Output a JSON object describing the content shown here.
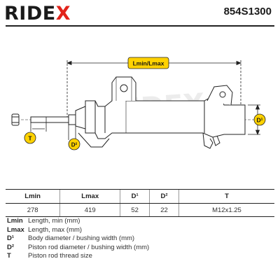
{
  "header": {
    "brand_prefix": "RIDE",
    "brand_suffix": "X",
    "part_number": "854S1300"
  },
  "diagram": {
    "length_label": "Lmin/Lmax",
    "labels": {
      "d1": "D¹",
      "d2": "D²",
      "t": "T"
    },
    "watermark": "RIDEX"
  },
  "specs": {
    "headers": [
      "Lmin",
      "Lmax",
      "D¹",
      "D²",
      "T"
    ],
    "values": [
      "278",
      "419",
      "52",
      "22",
      "M12x1.25"
    ]
  },
  "legend": [
    {
      "key": "Lmin",
      "desc": "Length, min (mm)"
    },
    {
      "key": "Lmax",
      "desc": "Length, max (mm)"
    },
    {
      "key": "D¹",
      "desc": "Body diameter / bushing width (mm)"
    },
    {
      "key": "D²",
      "desc": "Piston rod diameter / bushing width (mm)"
    },
    {
      "key": "T",
      "desc": "Piston rod thread size"
    }
  ],
  "colors": {
    "brand_accent": "#e2231a",
    "badge": "#ffd200",
    "line": "#222222"
  }
}
